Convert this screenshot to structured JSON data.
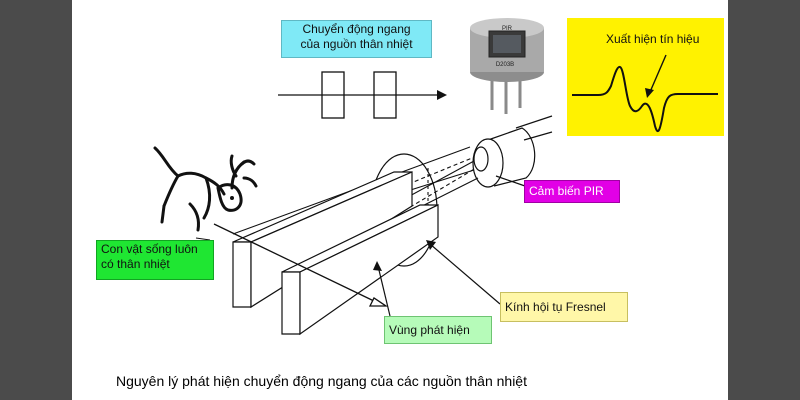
{
  "labels": {
    "horizontal_motion": [
      "Chuyển động ngang",
      "của nguồn thân nhiệt"
    ],
    "signal": "Xuất hiện tín hiệu",
    "pir_sensor": "Cảm biến PIR",
    "warm_body": [
      "Con vật sống luôn",
      "có thân nhiệt"
    ],
    "fresnel_lens": "Kính hội tụ Fresnel",
    "detection_zone": "Vùng phát hiện",
    "chip_top": "PIR",
    "chip_bottom": "D203B"
  },
  "caption": "Nguyên lý phát hiện chuyển động ngang của các nguồn thân nhiệt",
  "colors": {
    "cyan": "#7fe9f6",
    "yellow": "#fff200",
    "magenta": "#e200e6",
    "green": "#1fe632",
    "lightyellow": "#fff7a8",
    "lightgreen": "#b6fbb9"
  }
}
